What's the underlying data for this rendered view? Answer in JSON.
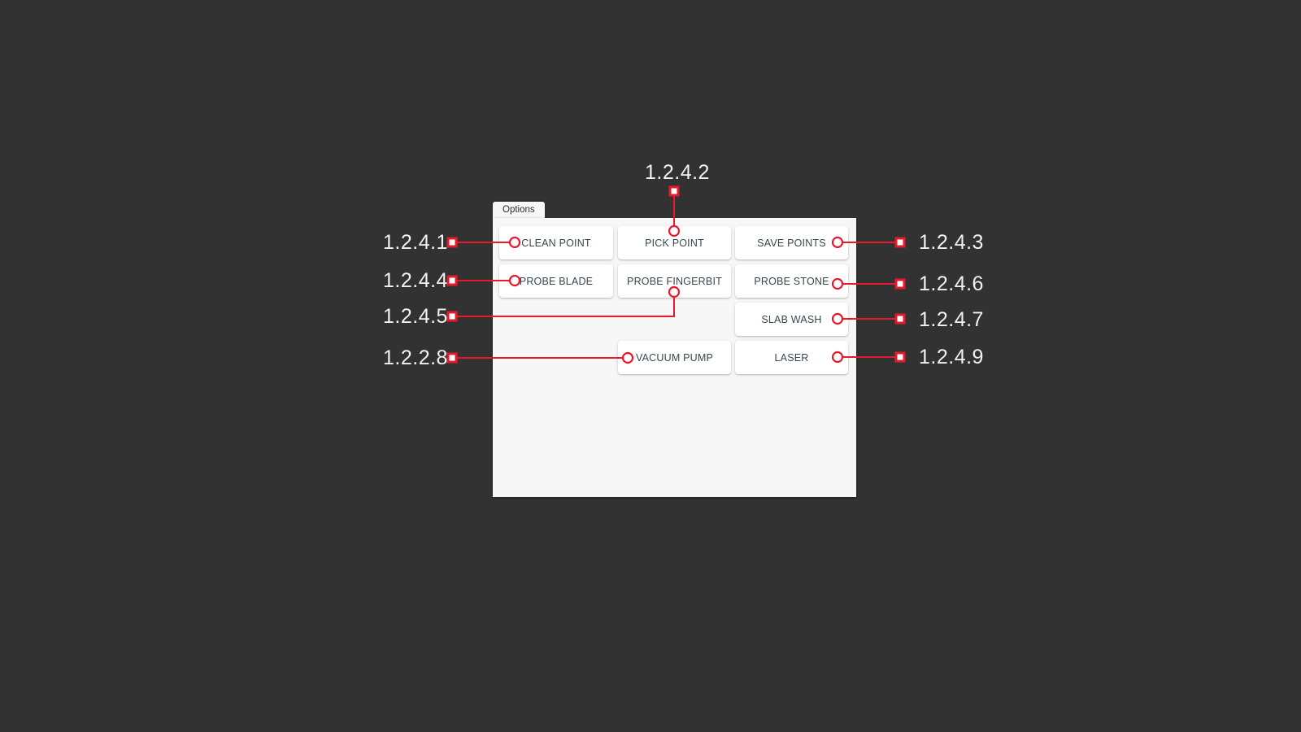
{
  "window": {
    "background_color": "#323232",
    "panel_background_color": "#f7f7f7",
    "accent_color": "#e8192c",
    "button_text_color": "#37474f",
    "label_text_color": "#f2f2f2"
  },
  "tabs": [
    {
      "label": "Options",
      "selected": true
    }
  ],
  "buttons": [
    {
      "id": "clean-point",
      "label": "CLEAN POINT",
      "col": 1,
      "row": 1
    },
    {
      "id": "pick-point",
      "label": "PICK POINT",
      "col": 2,
      "row": 1
    },
    {
      "id": "save-points",
      "label": "SAVE POINTS",
      "col": 3,
      "row": 1
    },
    {
      "id": "probe-blade",
      "label": "PROBE BLADE",
      "col": 1,
      "row": 2
    },
    {
      "id": "probe-fingerbit",
      "label": "PROBE FINGERBIT",
      "col": 2,
      "row": 2
    },
    {
      "id": "probe-stone",
      "label": "PROBE STONE",
      "col": 3,
      "row": 2
    },
    {
      "id": "slab-wash",
      "label": "SLAB WASH",
      "col": 3,
      "row": 3
    },
    {
      "id": "vacuum-pump",
      "label": "VACUUM PUMP",
      "col": 2,
      "row": 4
    },
    {
      "id": "laser",
      "label": "LASER",
      "col": 3,
      "row": 4
    }
  ],
  "callouts": [
    {
      "id": "c1",
      "number": "1.2.4.1",
      "side": "left",
      "target": "CLEAN POINT"
    },
    {
      "id": "c2",
      "number": "1.2.4.2",
      "side": "top",
      "target": "PICK POINT"
    },
    {
      "id": "c3",
      "number": "1.2.4.3",
      "side": "right",
      "target": "SAVE POINTS"
    },
    {
      "id": "c4",
      "number": "1.2.4.4",
      "side": "left",
      "target": "PROBE BLADE"
    },
    {
      "id": "c5",
      "number": "1.2.4.5",
      "side": "left",
      "target": "PROBE FINGERBIT"
    },
    {
      "id": "c6",
      "number": "1.2.4.6",
      "side": "right",
      "target": "PROBE STONE"
    },
    {
      "id": "c7",
      "number": "1.2.4.7",
      "side": "right",
      "target": "SLAB WASH"
    },
    {
      "id": "c8",
      "number": "1.2.2.8",
      "side": "left",
      "target": "VACUUM PUMP"
    },
    {
      "id": "c9",
      "number": "1.2.4.9",
      "side": "right",
      "target": "LASER"
    }
  ]
}
